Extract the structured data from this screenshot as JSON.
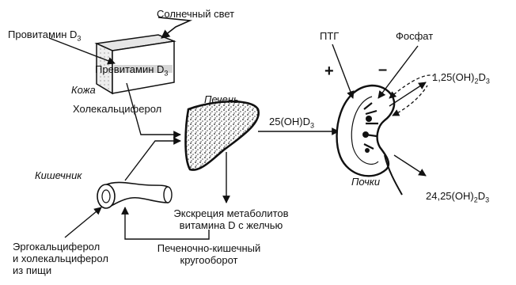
{
  "labels": {
    "sunlight": "Солнечный свет",
    "provitamin": "Провитамин D",
    "provitamin_sub": "3",
    "previtamin": "Превитамин D",
    "previtamin_sub": "3",
    "skin": "Кожа",
    "cholecalciferol": "Холекальциферол",
    "liver": "Печень",
    "calcidiol_a": "25(OH)D",
    "calcidiol_b": "3",
    "intestine": "Кишечник",
    "pth": "ПТГ",
    "phosphate": "Фосфат",
    "plus": "+",
    "minus": "–",
    "calcitriol_a": "1,25(OH)",
    "calcitriol_b": "2",
    "calcitriol_c": "D",
    "calcitriol_d": "3",
    "kidneys": "Почки",
    "secalciferol_a": "24,25(OH)",
    "secalciferol_b": "2",
    "secalciferol_c": "D",
    "secalciferol_d": "3",
    "excretion_line1": "Экскреция метаболитов",
    "excretion_line2": "витамина D с желчью",
    "food_line1": "Эргокальциферол",
    "food_line2": "и холекальциферол",
    "food_line3": "из пищи",
    "enterohepatic_line1": "Печеночно-кишечный",
    "enterohepatic_line2": "кругооборот"
  }
}
